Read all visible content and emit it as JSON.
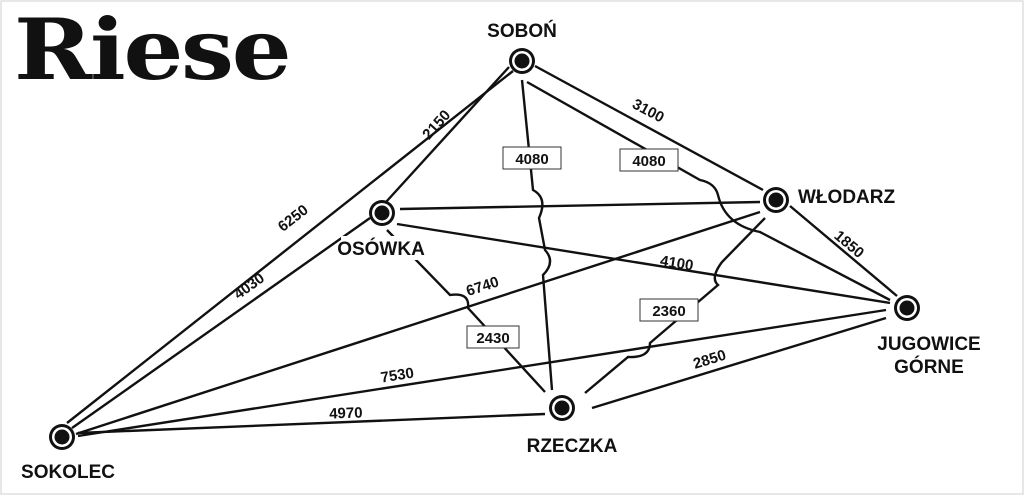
{
  "title": "Riese",
  "nodes": [
    {
      "id": "sobon",
      "label": "SOBOŃ"
    },
    {
      "id": "wlodarz",
      "label": "WŁODARZ"
    },
    {
      "id": "osowka",
      "label": "OSÓWKA"
    },
    {
      "id": "jugowice",
      "label1": "JUGOWICE",
      "label2": "GÓRNE"
    },
    {
      "id": "rzeczka",
      "label": "RZECZKA"
    },
    {
      "id": "sokolec",
      "label": "SOKOLEC"
    }
  ],
  "edges": [
    {
      "from": "sobon",
      "to": "sokolec",
      "length": "6250"
    },
    {
      "from": "sobon",
      "to": "osowka",
      "length": "2150"
    },
    {
      "from": "sobon",
      "to": "wlodarz",
      "length": "3100"
    },
    {
      "from": "sobon",
      "to": "jugowice",
      "length": "4080"
    },
    {
      "from": "sobon",
      "to": "rzeczka",
      "length": "4080"
    },
    {
      "from": "wlodarz",
      "to": "jugowice",
      "length": "1850"
    },
    {
      "from": "wlodarz",
      "to": "sokolec",
      "length": "6740"
    },
    {
      "from": "wlodarz",
      "to": "rzeczka",
      "length": "2360"
    },
    {
      "from": "osowka",
      "to": "jugowice",
      "length": "4100"
    },
    {
      "from": "osowka",
      "to": "sokolec",
      "length": "4030"
    },
    {
      "from": "osowka",
      "to": "rzeczka",
      "length": "2430"
    },
    {
      "from": "sokolec",
      "to": "jugowice",
      "length": "7530"
    },
    {
      "from": "sokolec",
      "to": "rzeczka",
      "length": "4970"
    },
    {
      "from": "rzeczka",
      "to": "jugowice",
      "length": "2850"
    }
  ]
}
